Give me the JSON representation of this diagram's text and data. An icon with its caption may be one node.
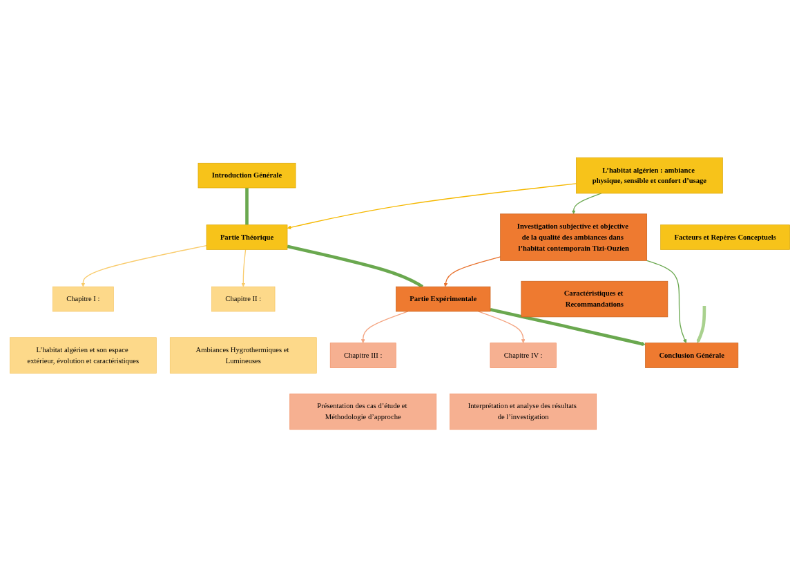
{
  "diagram": {
    "nodes": [
      {
        "text": [
          "Introduction Générale"
        ]
      },
      {
        "text": [
          "L’habitat algérien : ambiance physique, sensible et confort d’usage"
        ]
      },
      {
        "text": [
          "Partie Théorique"
        ]
      },
      {
        "text": [
          "Chapitre I :"
        ]
      },
      {
        "text": [
          "L’habitat algérien et son espace extérieur, évolution et caractéristiques"
        ]
      },
      {
        "text": [
          "Chapitre II :"
        ]
      },
      {
        "text": [
          "Ambiances Hygrothermiques et Lumineuses"
        ]
      },
      {
        "text": [
          "Investigation subjective et objective de la qualité des ambiances dans l’habitat contemporain Tizi-Ouzien"
        ]
      },
      {
        "text": [
          "Partie Expérimentale"
        ]
      },
      {
        "text": [
          "Chapitre III :"
        ]
      },
      {
        "text": [
          "Présentation des cas d’étude et Méthodologie d’approche"
        ]
      },
      {
        "text": [
          "Chapitre IV :"
        ]
      },
      {
        "text": [
          "Interprétation et analyse des résultats de l’investigation"
        ]
      },
      {
        "text": [
          "Facteurs et Repères Conceptuels"
        ]
      },
      {
        "text": [
          "Caractéristiques et Recommandations"
        ]
      },
      {
        "text": [
          "Conclusion Générale"
        ]
      }
    ],
    "edges": [
      {
        "from": 0,
        "to": 2,
        "arrow": "none",
        "style": "thick",
        "color": "#6aa84f"
      },
      {
        "from": 1,
        "to": 2,
        "arrow": "to",
        "color": "#f5b800"
      },
      {
        "from": 2,
        "to": 3,
        "arrow": "to",
        "color": "#f9cb6b"
      },
      {
        "from": 2,
        "to": 5,
        "arrow": "to",
        "color": "#f9cb6b"
      },
      {
        "from": 2,
        "to": 8,
        "arrow": "none",
        "style": "thick",
        "color": "#6aa84f"
      },
      {
        "from": 1,
        "to": 7,
        "arrow": "to",
        "color": "#6aa84f"
      },
      {
        "from": 7,
        "to": 8,
        "arrow": "to",
        "color": "#e8712c"
      },
      {
        "from": 8,
        "to": 9,
        "arrow": "to",
        "color": "#f4a582"
      },
      {
        "from": 8,
        "to": 11,
        "arrow": "to",
        "color": "#f4a582"
      },
      {
        "from": 8,
        "to": 15,
        "arrow": "to",
        "style": "thick",
        "color": "#6aa84f"
      },
      {
        "from": 7,
        "to": 15,
        "arrow": "to",
        "color": "#6aa84f"
      },
      {
        "from": null,
        "to": 15,
        "arrow": "to",
        "style": "thick",
        "color": "#a9d18e"
      }
    ]
  }
}
